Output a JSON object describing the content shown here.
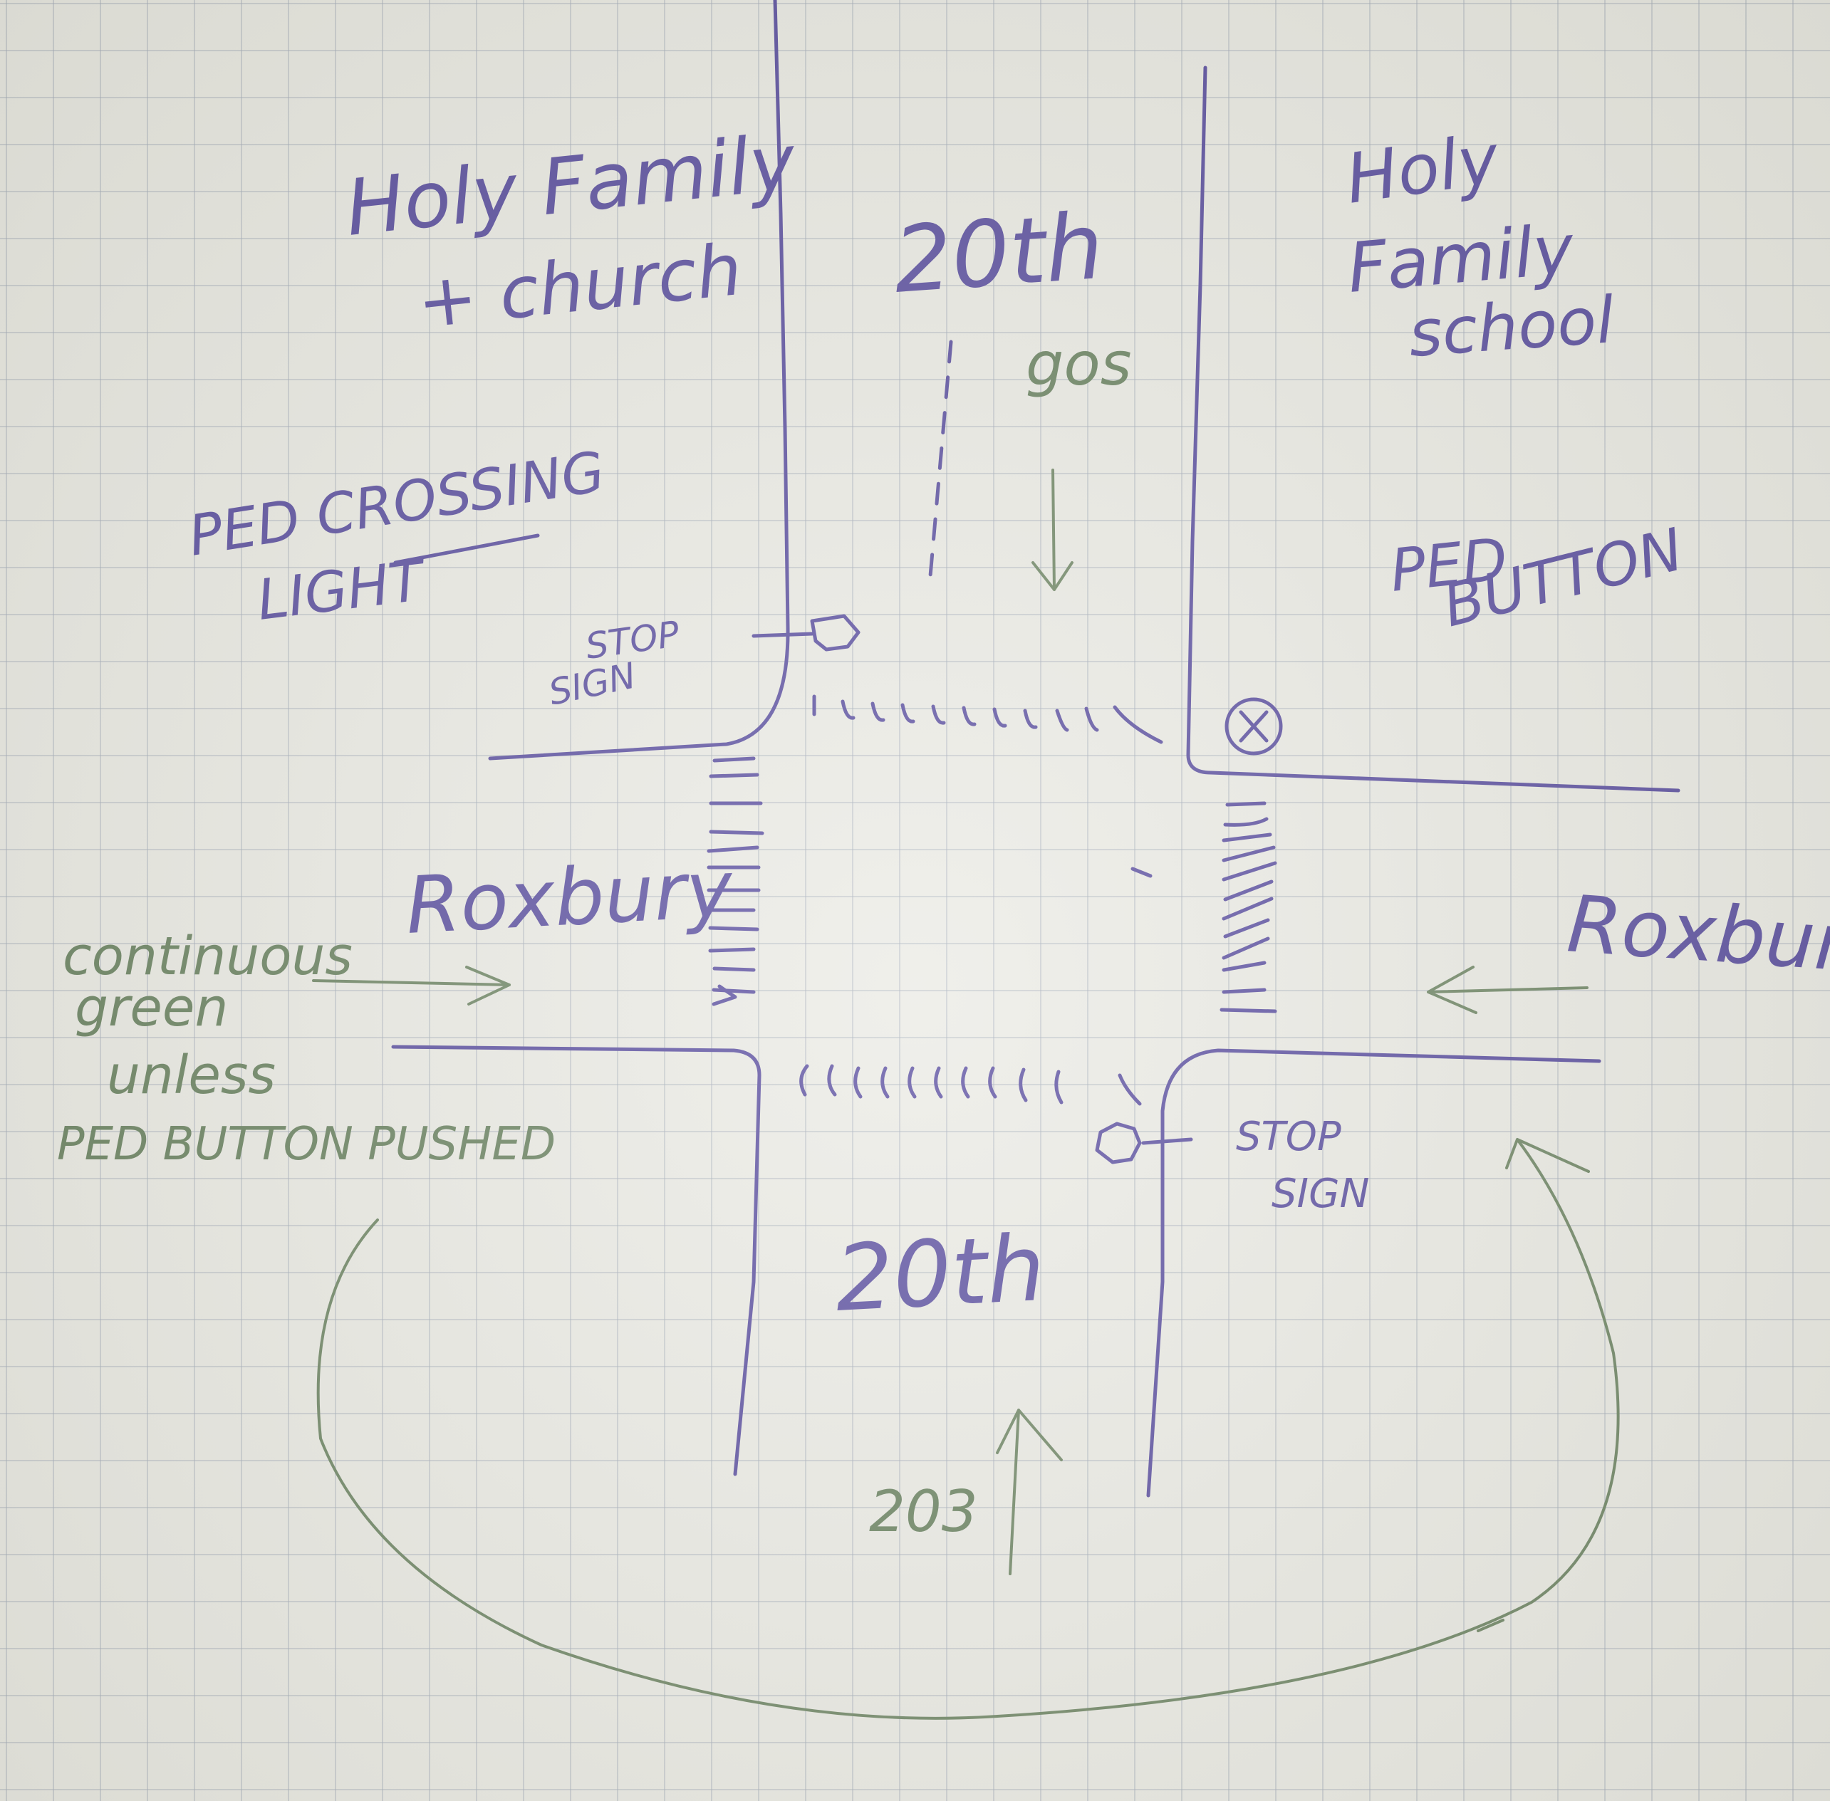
{
  "colors": {
    "paper": "#e7e7e0",
    "grid": "#969faf",
    "blue_ink": "#3d2f8f",
    "green_ink": "#55704a"
  },
  "labels": {
    "church": [
      "Holy Family",
      "+ church"
    ],
    "school": [
      "Holy",
      "Family",
      "school"
    ],
    "street_north": "20th",
    "street_south": "20th",
    "north_direction": "gos",
    "south_direction": "203",
    "ped_light": [
      "PED CROSSING",
      "LIGHT"
    ],
    "ped_button": [
      "PED",
      "BUTTON"
    ],
    "stop_sign_nw": [
      "STOP",
      "SIGN"
    ],
    "stop_sign_se": [
      "STOP",
      "SIGN"
    ],
    "roxbury_west": "Roxbury",
    "roxbury_east": "Roxbury",
    "note": [
      "continuous",
      "green",
      "unless",
      "PED BUTTON PUSHED"
    ]
  },
  "icons": {
    "stop_sign": "octagon",
    "ped_button_marker": "circled-x",
    "crosswalk": "hatch-marks",
    "arrow": "hand-drawn-arrow"
  }
}
